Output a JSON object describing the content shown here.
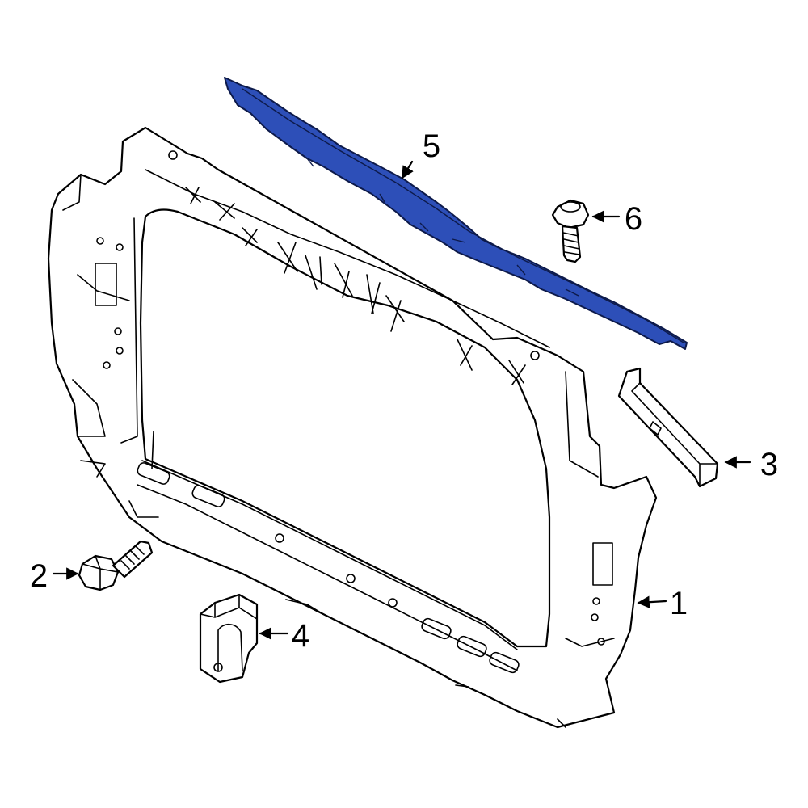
{
  "callouts": {
    "c1": "1",
    "c2": "2",
    "c3": "3",
    "c4": "4",
    "c5": "5",
    "c6": "6"
  },
  "colors": {
    "highlight": "#2d4fb8",
    "line": "#000000",
    "background": "#ffffff"
  }
}
